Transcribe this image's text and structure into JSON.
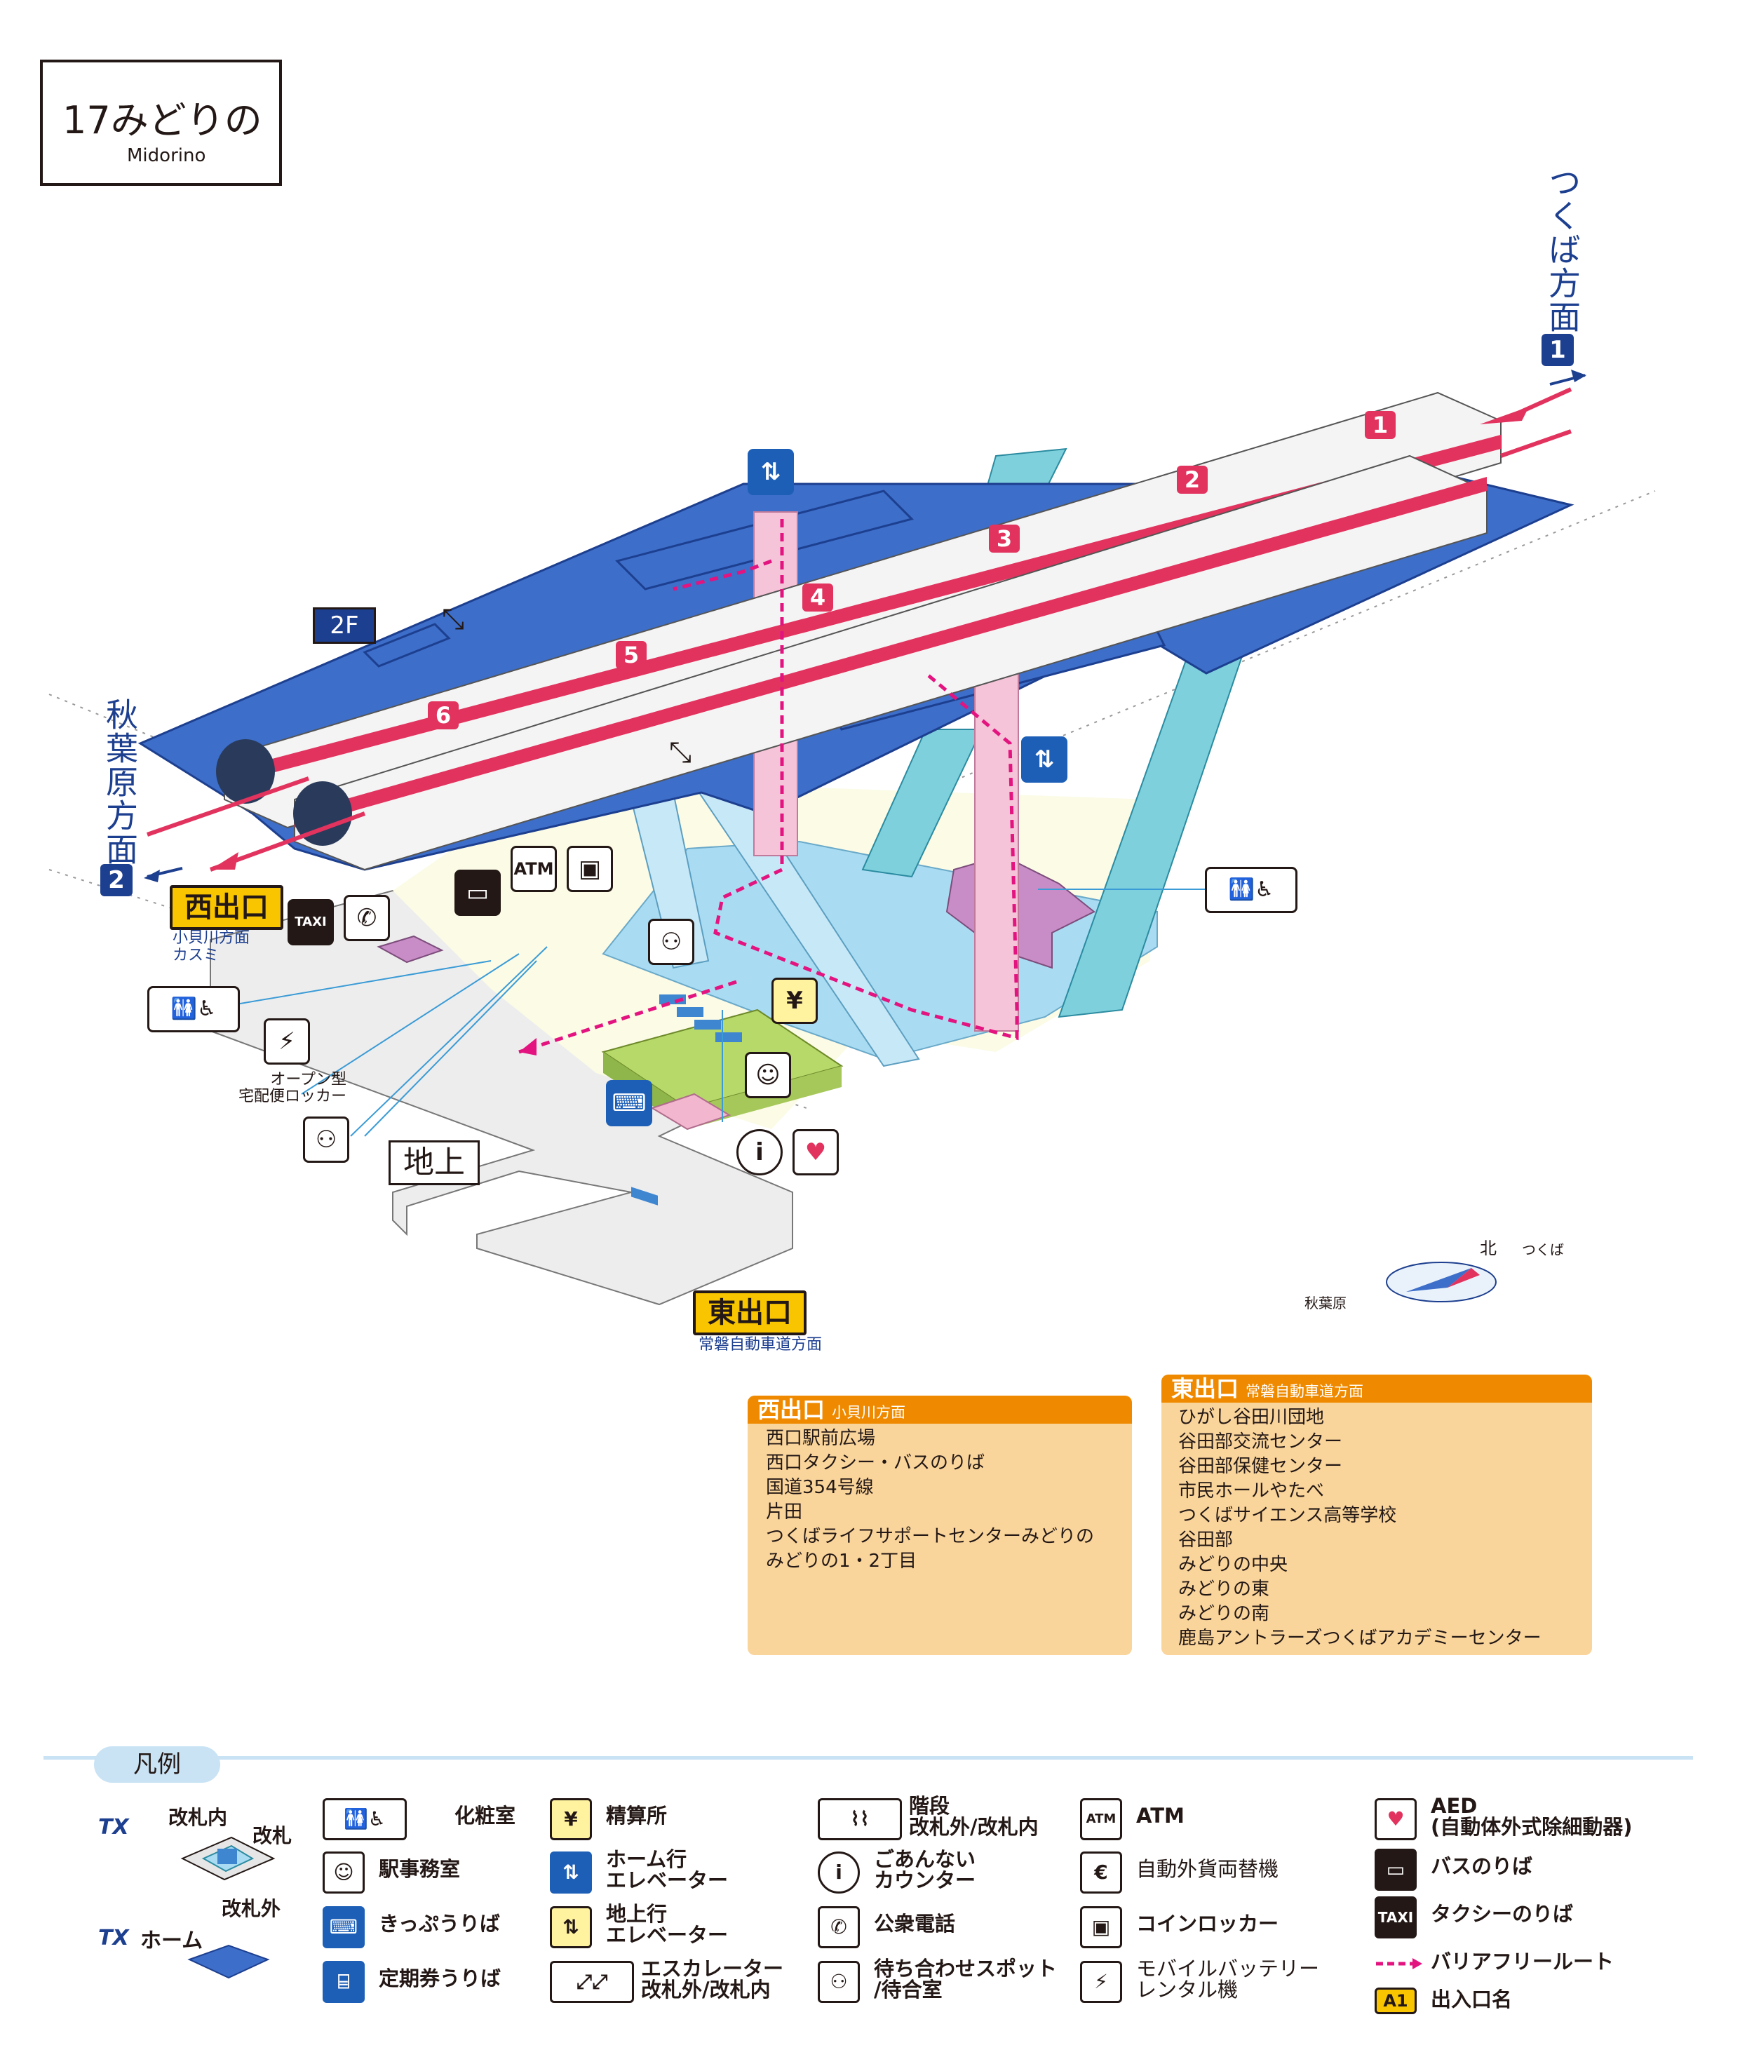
{
  "station": {
    "title": "17みどりの",
    "subtitle": "Midorino"
  },
  "directions": {
    "tsukuba": {
      "label": "つくば方面",
      "num": "1"
    },
    "akihabara": {
      "label": "秋葉原方面",
      "num": "2"
    }
  },
  "floors": {
    "upper": "2F",
    "ground": "地上"
  },
  "cars": [
    "1",
    "2",
    "3",
    "4",
    "5",
    "6"
  ],
  "exits": {
    "west": {
      "name": "西出口",
      "sub1": "小貝川方面",
      "sub2": "カスミ"
    },
    "east": {
      "name": "東出口",
      "sub": "常磐自動車道方面"
    }
  },
  "map_labels": {
    "locker": "オープン型\n宅配便ロッカー"
  },
  "compass": {
    "north": "北",
    "tsukuba": "つくば",
    "akihabara": "秋葉原"
  },
  "west_dest": {
    "title": "西出口",
    "subtitle": "小貝川方面",
    "items": [
      "西口駅前広場",
      "西口タクシー・バスのりば",
      "国道354号線",
      "片田",
      "つくばライフサポートセンターみどりの",
      "みどりの1・2丁目"
    ]
  },
  "east_dest": {
    "title": "東出口",
    "subtitle": "常磐自動車道方面",
    "items": [
      "ひがし谷田川団地",
      "谷田部交流センター",
      "谷田部保健センター",
      "市民ホールやたべ",
      "つくばサイエンス高等学校",
      "谷田部",
      "みどりの中央",
      "みどりの東",
      "みどりの南",
      "鹿島アントラーズつくばアカデミーセンター"
    ]
  },
  "map_icons": {
    "atm": "ATM",
    "taxi": "TAXI"
  },
  "legend": {
    "title": "凡例",
    "tx": "TX",
    "gate_inside": "改札内",
    "gate": "改札",
    "gate_outside": "改札外",
    "platform": "ホーム",
    "toilet": "化粧室",
    "station_office": "駅事務室",
    "ticket": "きっぷうりば",
    "pass_ticket": "定期券うりば",
    "fare_adjust": "精算所",
    "platform_elevator": "ホーム行\nエレベーター",
    "ground_elevator": "地上行\nエレベーター",
    "escalator": "エスカレーター\n改札外/改札内",
    "stairs": "階段\n改札外/改札内",
    "info": "ごあんない\nカウンター",
    "phone": "公衆電話",
    "waiting": "待ち合わせスポット\n/待合室",
    "atm": "ATM",
    "exchange": "自動外貨両替機",
    "coin_locker": "コインロッカー",
    "battery": "モバイルバッテリー\nレンタル機",
    "aed": "AED\n(自動体外式除細動器)",
    "bus": "バスのりば",
    "taxi": "タクシーのりば",
    "barrier_free": "バリアフリールート",
    "exit_name": "出入口名",
    "exit_sample": "A1"
  },
  "colors": {
    "platform_blue": "#3d6ec9",
    "concourse": "#a9dcf2",
    "accent_pink": "#e2335e",
    "barrier_free": "#e3137f",
    "exit_yellow": "#f8c500",
    "dest_orange": "#ef8a00"
  }
}
